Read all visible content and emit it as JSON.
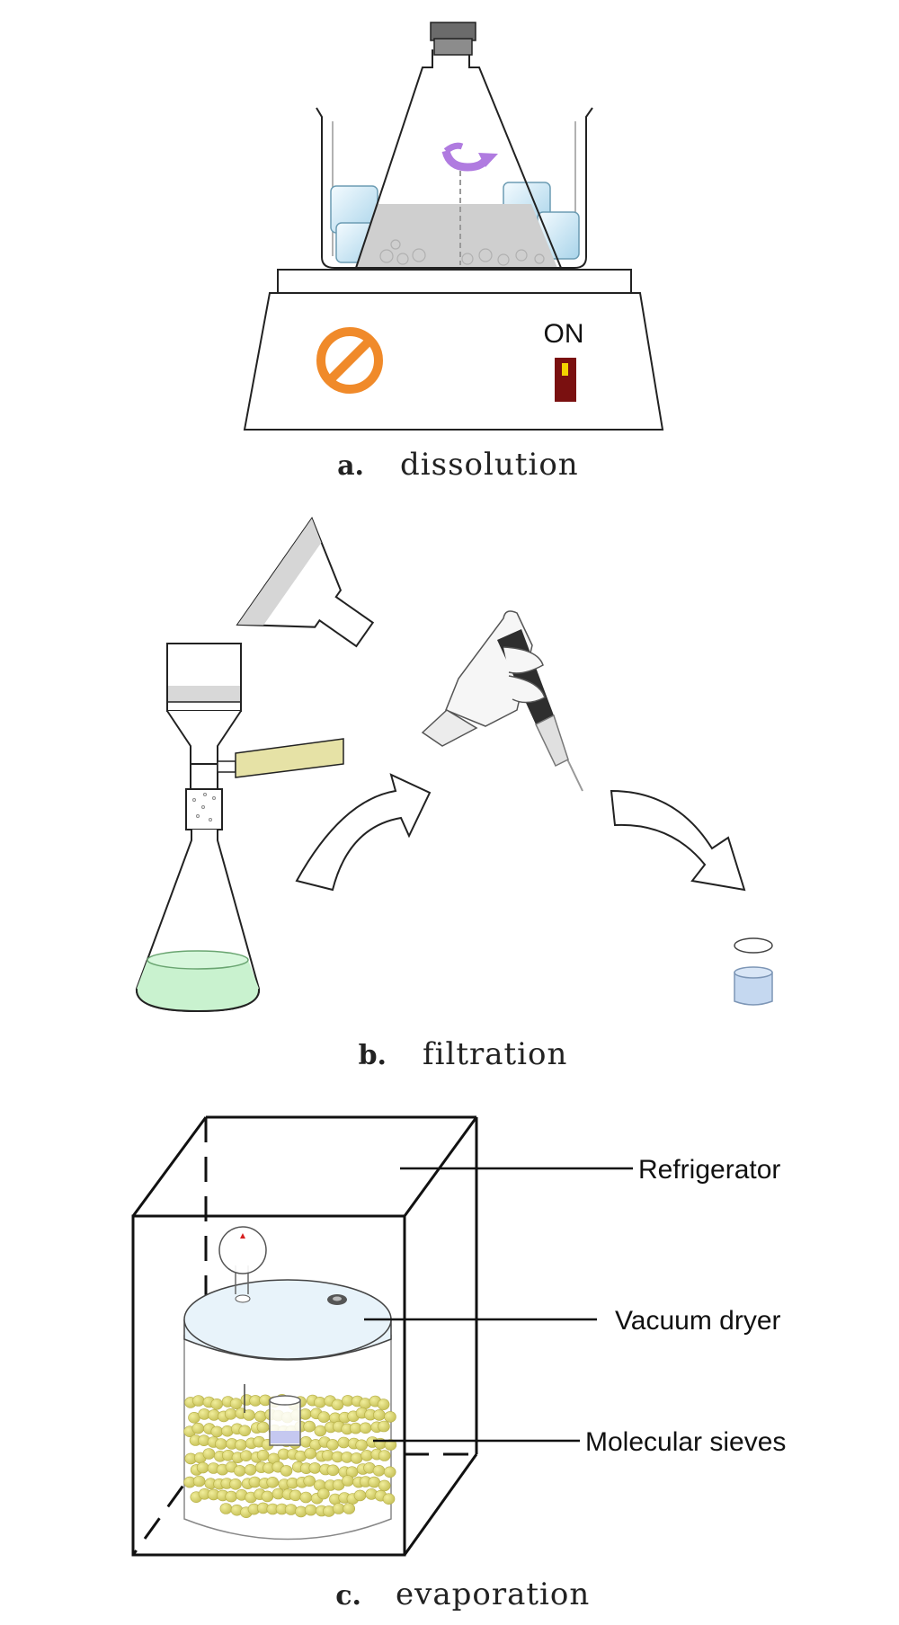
{
  "panels": [
    {
      "letter": "a.",
      "title": "dissolution"
    },
    {
      "letter": "b.",
      "title": "filtration"
    },
    {
      "letter": "c.",
      "title": "evaporation"
    }
  ],
  "stirrer": {
    "switch_label": "ON"
  },
  "labels": {
    "refrigerator": "Refrigerator",
    "vacuum_dryer": "Vacuum dryer",
    "molecular_sieves": "Molecular sieves"
  },
  "colors": {
    "stir_arrow": "#b07be0",
    "dial": "#f08a2a",
    "switch_body": "#7a1010",
    "switch_light": "#f3d300",
    "filtrate": "#c9f2cf",
    "sample_vial": "#c5d8f0",
    "tube": "#e6e2a6",
    "sieve_bead": "#d9d46a",
    "dryer_lid": "#e8f3fa"
  }
}
